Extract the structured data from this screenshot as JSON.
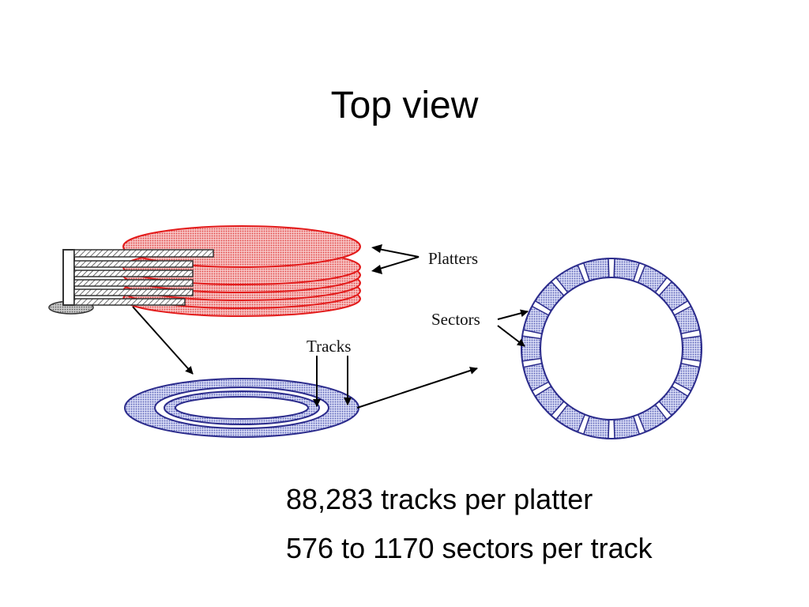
{
  "slide": {
    "title": "Top view",
    "labels": {
      "platters": "Platters",
      "sectors": "Sectors",
      "tracks": "Tracks"
    },
    "bullets": [
      "88,283 tracks per platter",
      "576 to 1170 sectors per track"
    ]
  },
  "colors": {
    "platter_fill": "#f3a6a6",
    "platter_stroke": "#e31b1b",
    "track_fill": "#c3c8ee",
    "track_stroke": "#2c2c8c",
    "sector_fill": "#b3b9e6",
    "sector_gap": "#ffffff",
    "arm_stroke": "#333333"
  },
  "ring": {
    "sector_count": 18
  }
}
